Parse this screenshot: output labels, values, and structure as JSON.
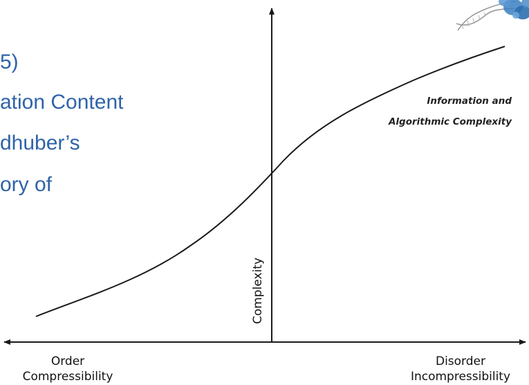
{
  "slide": {
    "lines": [
      "5)",
      "ation Content",
      "dhuber’s",
      "ory of"
    ]
  },
  "diagram": {
    "curve_label_lines": [
      "Information and",
      "Algorithmic Complexity"
    ],
    "y_axis_label": "Complexity",
    "left_end": {
      "line1": "Order",
      "line2": "Compressibility"
    },
    "right_end": {
      "line1": "Disorder",
      "line2": "Incompressibility"
    },
    "curve_trend": "S-shaped curve rising from left (order) to right (disorder)"
  },
  "colors": {
    "slide_text": "#2f63a8",
    "axis": "#1a1a1a",
    "curve": "#1a1a1a",
    "logo_blue": "#3a7fc1"
  },
  "icons": {
    "corner_logo": "dna-helix-logo-icon"
  }
}
